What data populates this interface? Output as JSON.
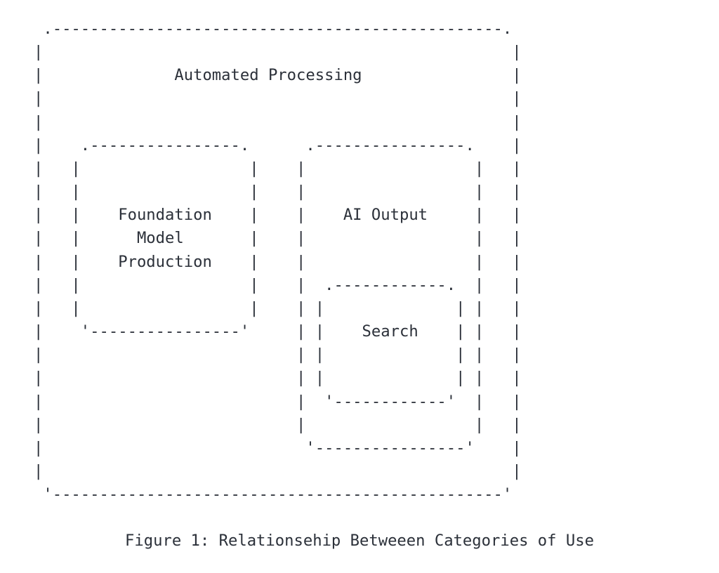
{
  "page": {
    "background_color": "#ffffff",
    "text_color": "#2b3039"
  },
  "diagram": {
    "style": "ascii-dashed-boxes",
    "nodes": [
      {
        "label": "Automated Processing",
        "children": [
          {
            "label": "Foundation Model Production",
            "children": []
          },
          {
            "label": "AI Output",
            "children": [
              {
                "label": "Search",
                "children": []
              }
            ]
          }
        ]
      }
    ],
    "lines": [
      " .------------------------------------------------.",
      "|                                                  |",
      "|              Automated Processing                |",
      "|                                                  |",
      "|                                                  |",
      "|    .----------------.      .----------------.    |",
      "|   |                  |    |                  |   |",
      "|   |                  |    |                  |   |",
      "|   |    Foundation    |    |    AI Output     |   |",
      "|   |      Model       |    |                  |   |",
      "|   |    Production    |    |                  |   |",
      "|   |                  |    |  .------------.  |   |",
      "|   |                  |    | |              | |   |",
      "|    '----------------'     | |    Search    | |   |",
      "|                           | |              | |   |",
      "|                           | |              | |   |",
      "|                           |  '------------'  |   |",
      "|                           |                  |   |",
      "|                            '----------------'    |",
      "|                                                  |",
      " '------------------------------------------------'"
    ]
  },
  "caption": {
    "text": "Figure 1: Relationsehip Betweeen Categories of Use"
  }
}
